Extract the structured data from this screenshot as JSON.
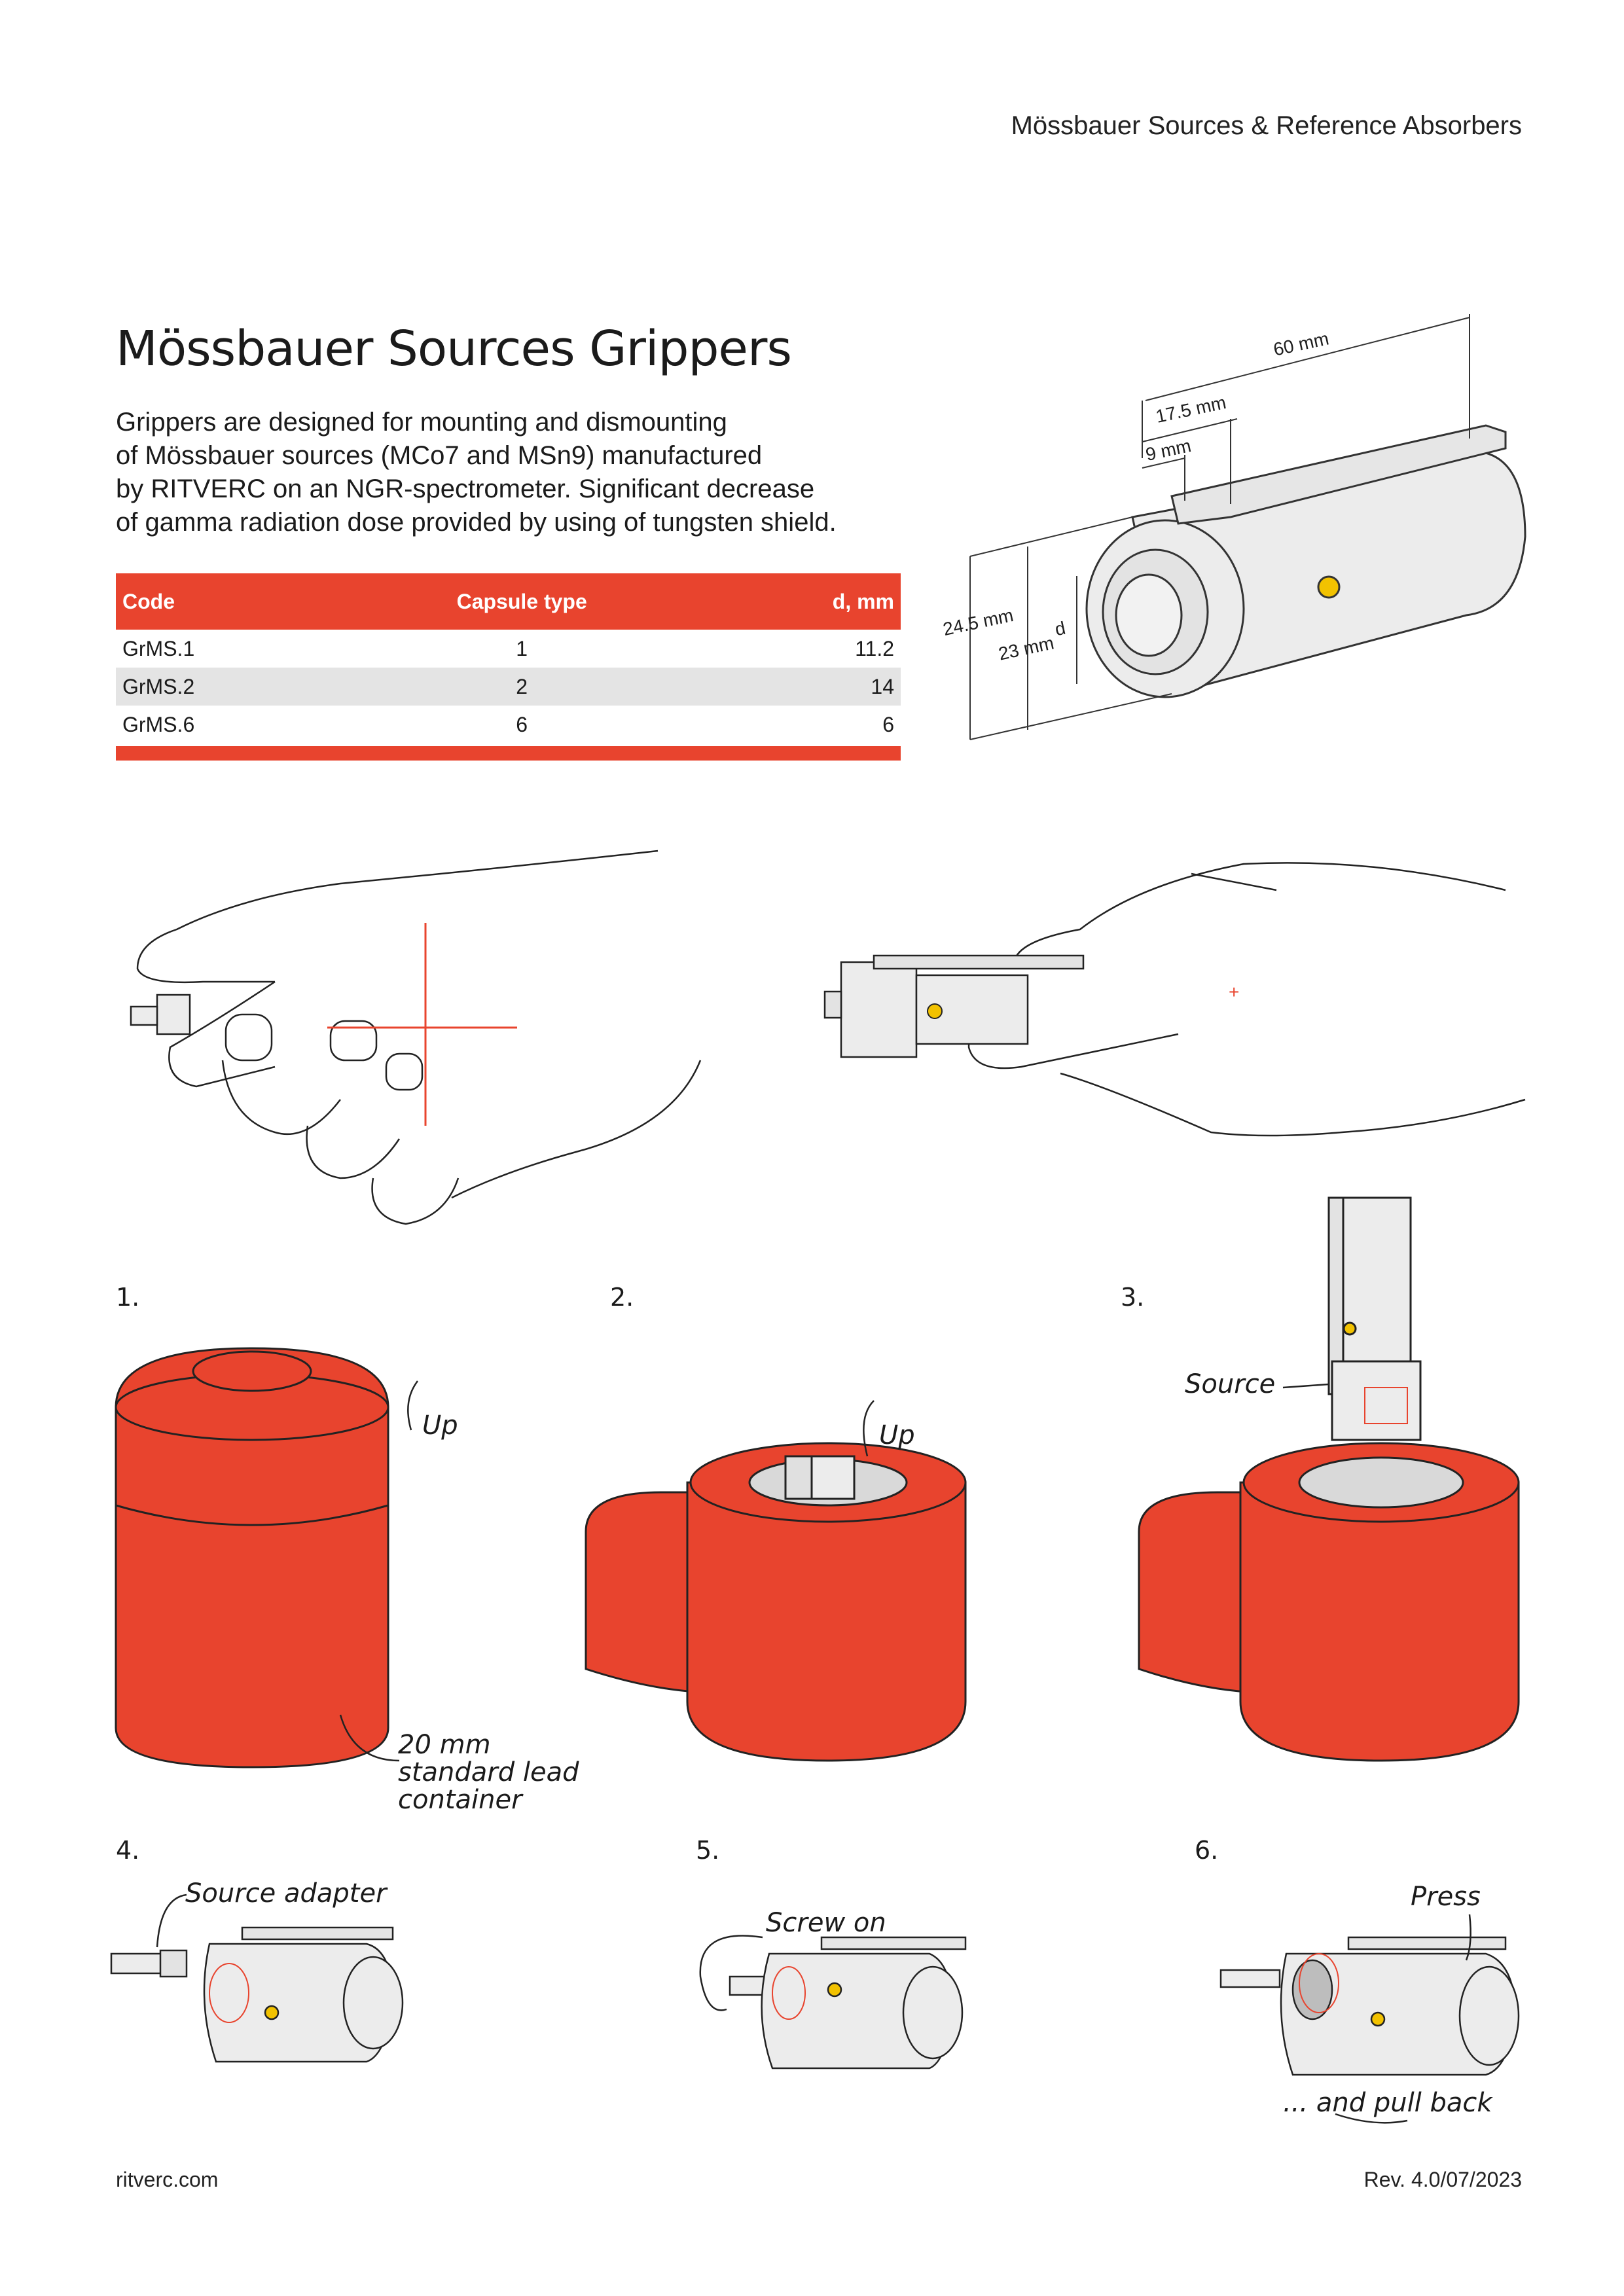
{
  "header": {
    "title": "Mössbauer Sources & Reference Absorbers"
  },
  "page_title": "Mössbauer Sources Grippers",
  "description": [
    "Grippers are designed for mounting and dismounting",
    "of Mössbauer sources (MCo7 and MSn9) manufactured",
    "by RITVERC on an NGR-spectrometer. Significant decrease",
    "of gamma radiation dose provided by using of tungsten shield."
  ],
  "table": {
    "headers": [
      "Code",
      "Capsule type",
      "d, mm"
    ],
    "rows": [
      [
        "GrMS.1",
        "1",
        "11.2"
      ],
      [
        "GrMS.2",
        "2",
        "14"
      ],
      [
        "GrMS.6",
        "6",
        "6"
      ]
    ]
  },
  "dimensions": {
    "length": "60 mm",
    "offset1": "17.5 mm",
    "offset2": "9 mm",
    "outer": "24.5 mm",
    "inner": "23 mm",
    "d": "d"
  },
  "steps": [
    {
      "number": "1.",
      "labels": [
        "Up",
        "20 mm",
        "standard lead",
        "container"
      ]
    },
    {
      "number": "2.",
      "labels": [
        "Up"
      ]
    },
    {
      "number": "3.",
      "labels": [
        "Source"
      ]
    },
    {
      "number": "4.",
      "labels": [
        "Source adapter"
      ]
    },
    {
      "number": "5.",
      "labels": [
        "Screw on"
      ]
    },
    {
      "number": "6.",
      "labels": [
        "Press",
        "... and pull back"
      ]
    }
  ],
  "footer": {
    "website": "ritverc.com",
    "revision": "Rev. 4.0/07/2023"
  },
  "colors": {
    "accent": "#e8442e",
    "row_alt": "#e4e4e4",
    "metal": "#ececec",
    "screw": "#f2c200"
  }
}
